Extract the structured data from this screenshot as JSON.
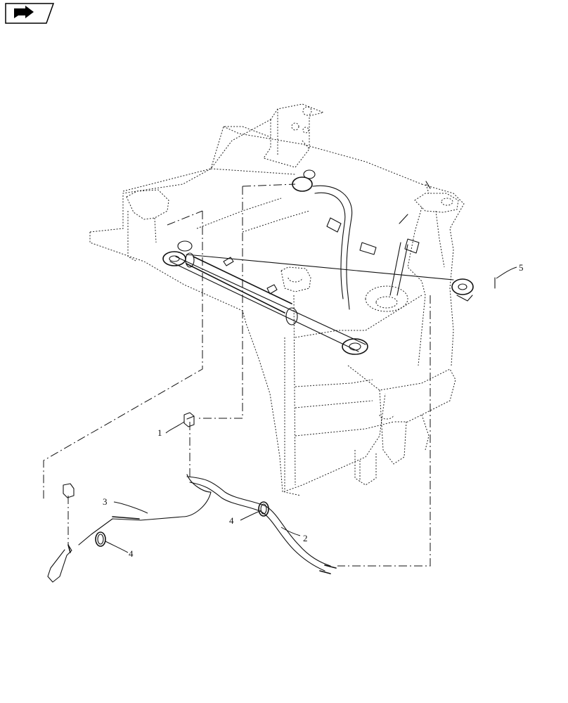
{
  "nav_icon": "arrow-right-icon",
  "callouts": {
    "c1": "1",
    "c2": "2",
    "c3": "3",
    "c4a": "4",
    "c4b": "4",
    "c5": "5"
  }
}
